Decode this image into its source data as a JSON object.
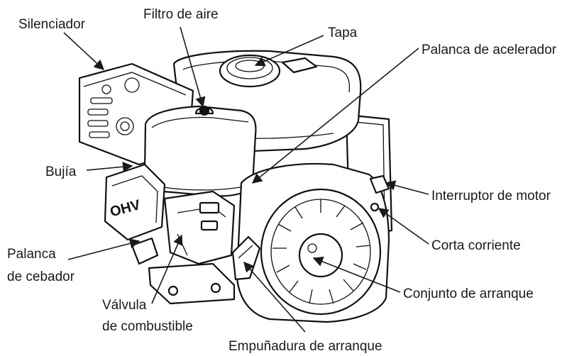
{
  "diagram": {
    "labels": [
      {
        "id": "silenciador",
        "text": "Silenciador"
      },
      {
        "id": "filtro",
        "text": "Filtro de aire"
      },
      {
        "id": "tapa",
        "text": "Tapa"
      },
      {
        "id": "acelerador",
        "text": "Palanca de acelerador"
      },
      {
        "id": "bujia",
        "text": "Bujía"
      },
      {
        "id": "interruptor",
        "text": "Interruptor de motor"
      },
      {
        "id": "corta",
        "text": "Corta corriente"
      },
      {
        "id": "cebador_1",
        "text": "Palanca"
      },
      {
        "id": "cebador_2",
        "text": "de cebador"
      },
      {
        "id": "valvula_1",
        "text": "Válvula"
      },
      {
        "id": "valvula_2",
        "text": "de combustible"
      },
      {
        "id": "arranque",
        "text": "Conjunto de arranque"
      },
      {
        "id": "empunadura",
        "text": "Empuñadura de arranque"
      }
    ],
    "engine_badge": "OHV",
    "colors": {
      "ink": "#111111",
      "background": "#ffffff"
    }
  }
}
